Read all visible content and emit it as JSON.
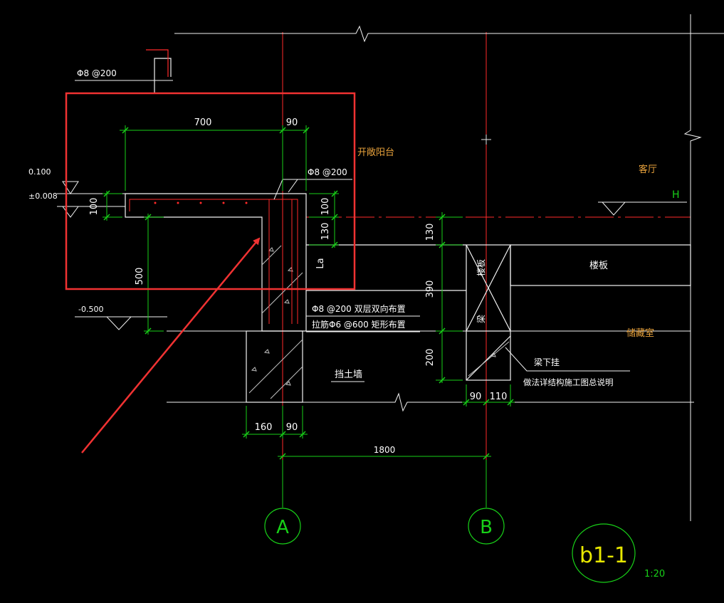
{
  "drawing": {
    "colors": {
      "background": "#000000",
      "axis_red": "#ff2a2a",
      "dim_green": "#18d018",
      "outline_white": "#f2f2f2",
      "label_white": "#ffffff",
      "label_orange": "#e8a23c",
      "hatch_grey": "#bfbfbf",
      "highlight_red": "#f03232",
      "cursor_white": "#e6e6e6"
    },
    "rebar_top": "Φ8 @200",
    "balcony_label": "开敞阳台",
    "rebar_slab": "Φ8 @200",
    "rebar_note_1": "Φ8 @200 双层双向布置",
    "rebar_note_2": "拉筋Φ6 @600 矩形布置",
    "level_010": "0.100",
    "level_0008": "±0.008",
    "level_minus_05": "-0.500",
    "la_label": "La",
    "retaining_wall": "挡土墙",
    "floor_slab_vertical": "楼板",
    "floor_slab": "楼板",
    "beam_vertical": "梁",
    "beam_note": "梁下挂",
    "detail_note": "做法详结构施工图总说明",
    "living_room": "客厅",
    "storage_room": "储藏室",
    "level_H": "H",
    "dims": {
      "d700": "700",
      "d90_top": "90",
      "d100_left": "100",
      "d100_right": "100",
      "d130_right": "130",
      "d500": "500",
      "d130_mid": "130",
      "d390": "390",
      "d200": "200",
      "d160": "160",
      "d90_bottom": "90",
      "d1800": "1800",
      "d90_beam": "90",
      "d110": "110"
    },
    "axis_a": "A",
    "axis_b": "B",
    "detail_id": "b1-1",
    "scale": "1:20"
  }
}
